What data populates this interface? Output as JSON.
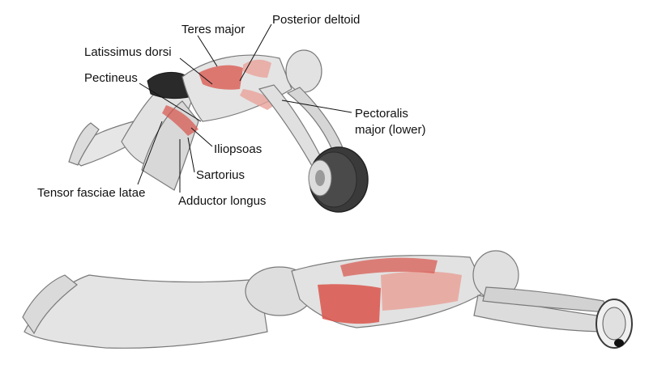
{
  "figure": {
    "labels": {
      "teres_major": "Teres major",
      "posterior_deltoid": "Posterior deltoid",
      "latissimus_dorsi": "Latissimus dorsi",
      "pectineus": "Pectineus",
      "pectoralis_major_line1": "Pectoralis",
      "pectoralis_major_line2": "major (lower)",
      "iliopsoas": "Iliopsoas",
      "sartorius": "Sartorius",
      "tensor_fasciae_latae": "Tensor fasciae latae",
      "adductor_longus": "Adductor longus"
    },
    "colors": {
      "target_muscle": "#d9534a",
      "secondary_muscle": "#e8a39a",
      "body_outline": "#7a7a7a",
      "skin_fill": "#e6e6e6",
      "shorts": "#2a2a2a",
      "wheel": "#3a3a3a",
      "leader_line": "#111111"
    }
  }
}
